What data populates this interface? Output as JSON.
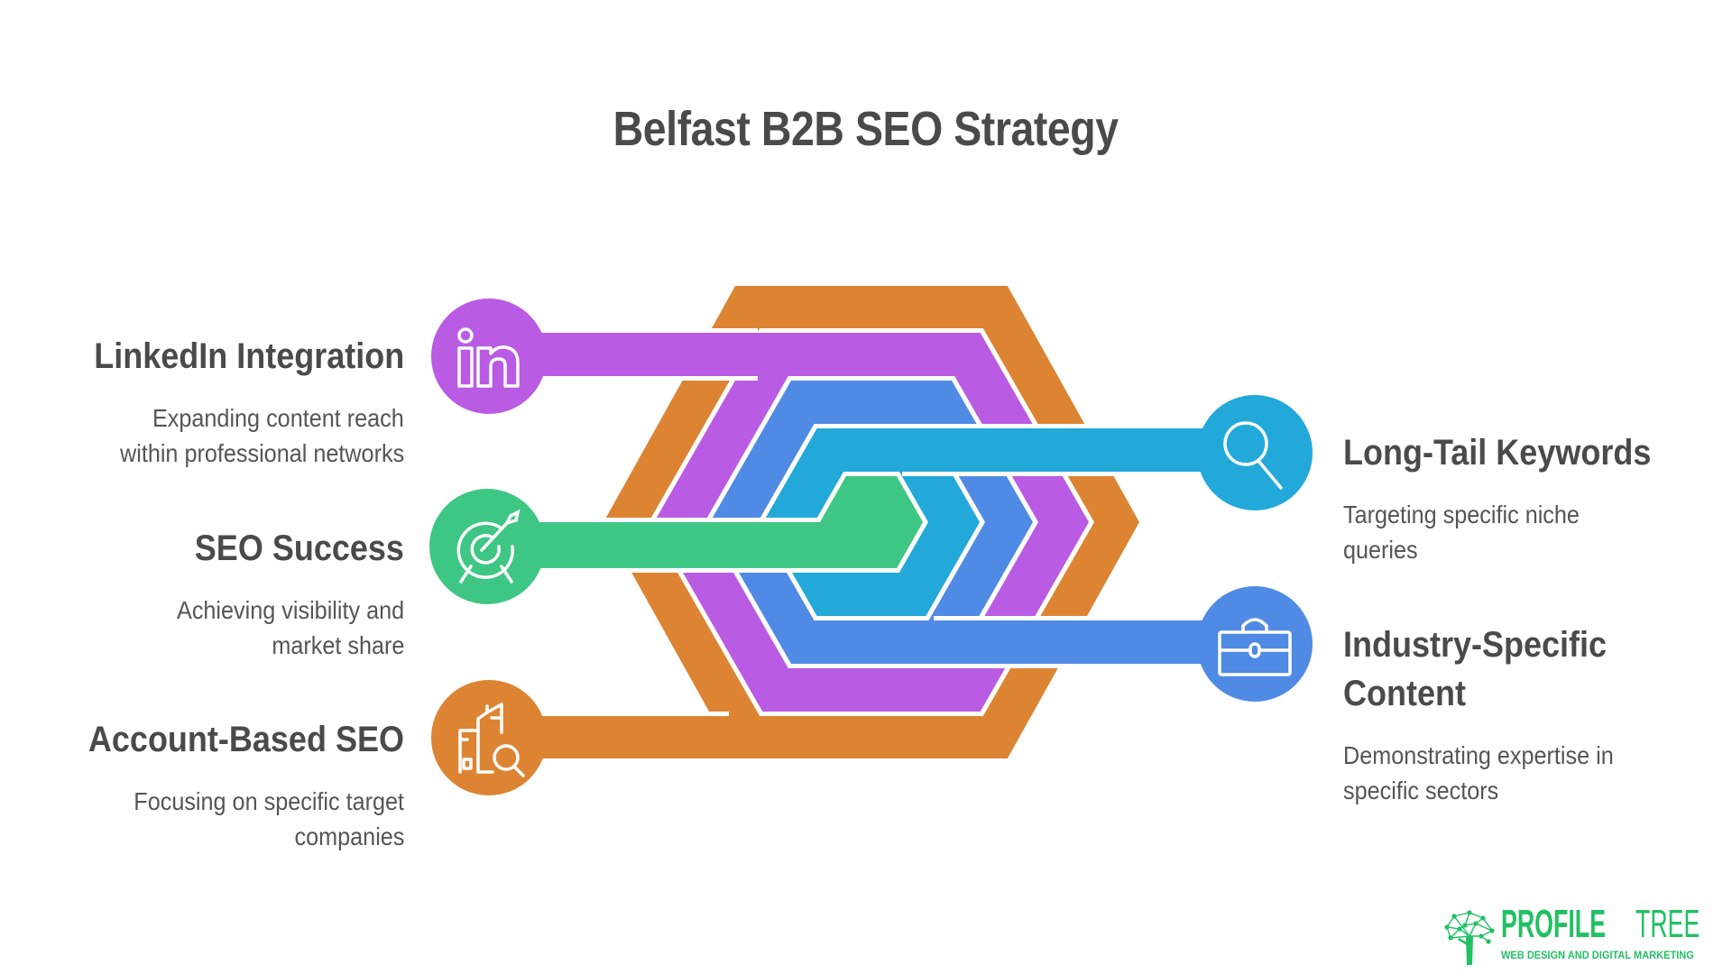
{
  "title": "Belfast B2B SEO Strategy",
  "colors": {
    "orange": "#dd8433",
    "purple": "#b95be3",
    "blue": "#4f8ae5",
    "cyan": "#22a9da",
    "green": "#3ec684",
    "text": "#4a4a4a",
    "logo_green": "#22c064"
  },
  "items": {
    "linkedin": {
      "title": "LinkedIn Integration",
      "desc_lines": [
        "Expanding content reach",
        "within professional networks"
      ],
      "icon": "linkedin-icon",
      "color": "purple"
    },
    "seo_success": {
      "title": "SEO Success",
      "desc_lines": [
        "Achieving visibility and",
        "market share"
      ],
      "icon": "target-icon",
      "color": "green"
    },
    "account_based": {
      "title": "Account-Based SEO",
      "desc_lines": [
        "Focusing on specific target",
        "companies"
      ],
      "icon": "buildings-search-icon",
      "color": "orange"
    },
    "long_tail": {
      "title": "Long-Tail Keywords",
      "desc_lines": [
        "Targeting specific niche",
        "queries"
      ],
      "icon": "search-icon",
      "color": "cyan"
    },
    "industry": {
      "title_lines": [
        "Industry-Specific",
        "Content"
      ],
      "desc_lines": [
        "Demonstrating expertise in",
        "specific sectors"
      ],
      "icon": "briefcase-icon",
      "color": "blue"
    }
  },
  "logo": {
    "brand_bold": "PROFILE",
    "brand_light": "TREE",
    "tagline": "WEB DESIGN AND DIGITAL MARKETING",
    "icon": "tree-network-icon"
  }
}
